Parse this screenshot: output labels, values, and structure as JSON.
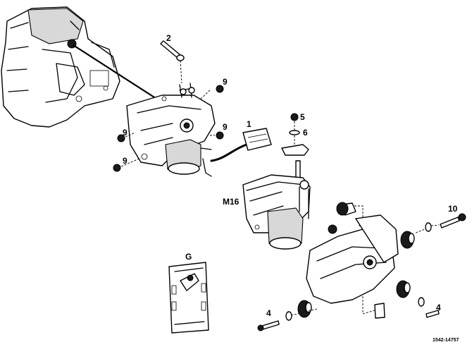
{
  "labels": {
    "part_1": "1",
    "part_2": "2",
    "part_4a": "4",
    "part_4b": "4",
    "part_5": "5",
    "part_6": "6",
    "part_9a": "9",
    "part_9b": "9",
    "part_9c": "9",
    "part_9d": "9",
    "part_10": "10",
    "part_m16": "M16",
    "view_g": "G"
  },
  "drawing_code": "1542-14757"
}
